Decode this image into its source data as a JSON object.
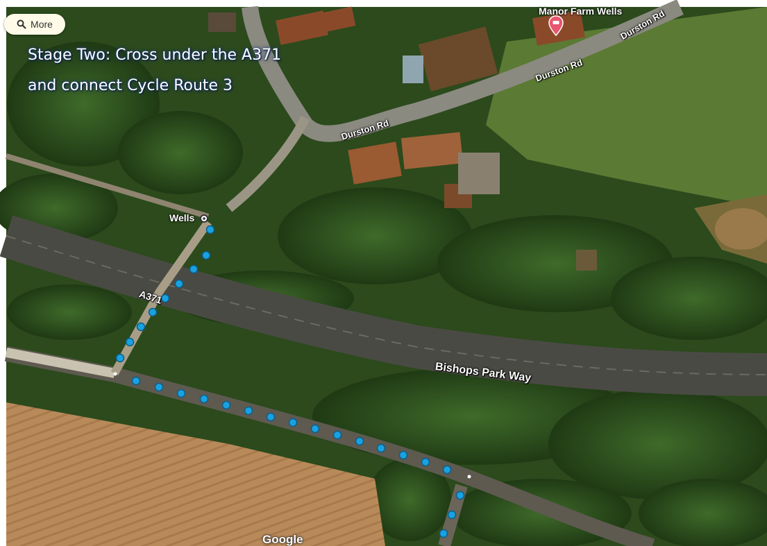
{
  "map": {
    "more_button": {
      "label": "More",
      "icon": "magnifier-icon"
    },
    "title_lines": [
      "Stage Two: Cross under the A371",
      "and connect Cycle Route 3"
    ],
    "road_labels": {
      "durston_1": "Durston Rd",
      "durston_2": "Durston Rd",
      "durston_3": "Durston Rd",
      "a371": "A371",
      "bishops": "Bishops Park Way"
    },
    "poi": {
      "wells_stop": "Wells",
      "manor_farm": "Manor Farm Wells"
    },
    "attribution": "Google",
    "colors": {
      "route_dot": "#1aa1e0",
      "route_dot_stroke": "#0a5f8a",
      "pin": "#e8566f",
      "title_glow": "#1a3a7a"
    }
  }
}
